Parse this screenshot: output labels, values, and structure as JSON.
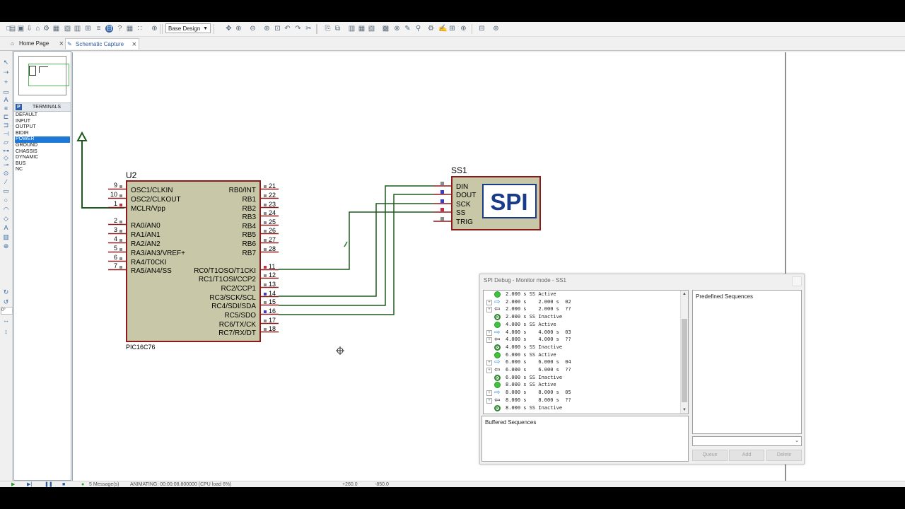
{
  "toolbar": {
    "design_select": "Base Design",
    "icons": [
      "new-icon",
      "open-icon",
      "save-icon",
      "import-icon",
      "home-icon",
      "schematic-icon",
      "pcb-icon",
      "3d-icon",
      "bom-icon",
      "gerber-icon",
      "code-icon",
      "help-icon",
      "grid-icon",
      "dots-icon",
      "origin-icon",
      "pan-icon",
      "zoom-in-icon",
      "zoom-out-icon",
      "zoom-all-icon",
      "zoom-area-icon",
      "undo-icon",
      "redo-icon",
      "cut-icon",
      "copy-icon",
      "paste-icon",
      "block-copy-icon",
      "block-move-icon",
      "block-rotate-icon",
      "block-delete-icon",
      "pick-icon",
      "make-device-icon",
      "packaging-icon",
      "decompose-icon",
      "wire-autorouter-icon",
      "search-icon",
      "property-icon",
      "new-sheet-icon",
      "remove-sheet-icon",
      "netlist-icon"
    ]
  },
  "tabs": [
    {
      "label": "Home Page",
      "active": false
    },
    {
      "label": "Schematic Capture",
      "active": true
    }
  ],
  "left_tools": [
    "select-icon",
    "component-icon",
    "junction-icon",
    "label-icon",
    "text-icon",
    "bus-icon",
    "subcircuit-icon",
    "terminal-icon",
    "pin-icon",
    "graph-icon",
    "tape-icon",
    "generator-icon",
    "probe-icon",
    "instrument-icon",
    "line-icon",
    "box-icon",
    "circle-icon",
    "arc-icon",
    "path-icon",
    "text-tool-icon",
    "symbol-icon",
    "marker-icon",
    "rotate-cw-icon",
    "rotate-ccw-icon",
    "angle-icon",
    "mirror-x-icon",
    "mirror-y-icon"
  ],
  "rotation_value": "0°",
  "terminals": {
    "header": "TERMINALS",
    "p_label": "P",
    "items": [
      "DEFAULT",
      "INPUT",
      "OUTPUT",
      "BIDIR",
      "POWER",
      "GROUND",
      "CHASSIS",
      "DYNAMIC",
      "BUS",
      "NC"
    ],
    "selected": "POWER"
  },
  "schematic": {
    "u2_ref": "U2",
    "u2_part": "PIC16C76",
    "u2_left_pins": [
      {
        "num": "9",
        "name": "OSC1/CLKIN"
      },
      {
        "num": "10",
        "name": "OSC2/CLKOUT"
      },
      {
        "num": "1",
        "name": "MCLR/Vpp"
      },
      {
        "num": "2",
        "name": "RA0/AN0"
      },
      {
        "num": "3",
        "name": "RA1/AN1"
      },
      {
        "num": "4",
        "name": "RA2/AN2"
      },
      {
        "num": "5",
        "name": "RA3/AN3/VREF+"
      },
      {
        "num": "6",
        "name": "RA4/T0CKI"
      },
      {
        "num": "7",
        "name": "RA5/AN4/SS"
      }
    ],
    "u2_right_pins": [
      {
        "num": "21",
        "name": "RB0/INT"
      },
      {
        "num": "22",
        "name": "RB1"
      },
      {
        "num": "23",
        "name": "RB2"
      },
      {
        "num": "24",
        "name": "RB3"
      },
      {
        "num": "25",
        "name": "RB4"
      },
      {
        "num": "26",
        "name": "RB5"
      },
      {
        "num": "27",
        "name": "RB6"
      },
      {
        "num": "28",
        "name": "RB7"
      },
      {
        "num": "11",
        "name": "RC0/T1OSO/T1CKI"
      },
      {
        "num": "12",
        "name": "RC1/T1OSI/CCP2"
      },
      {
        "num": "13",
        "name": "RC2/CCP1"
      },
      {
        "num": "14",
        "name": "RC3/SCK/SCL"
      },
      {
        "num": "15",
        "name": "RC4/SDI/SDA"
      },
      {
        "num": "16",
        "name": "RC5/SDO"
      },
      {
        "num": "17",
        "name": "RC6/TX/CK"
      },
      {
        "num": "18",
        "name": "RC7/RX/DT"
      }
    ],
    "ss1_ref": "SS1",
    "ss1_pins": [
      "DIN",
      "DOUT",
      "SCK",
      "SS",
      "TRIG"
    ],
    "ss1_logo": "SPI"
  },
  "spi_debug": {
    "title": "SPI Debug - Monitor mode - SS1",
    "log": [
      {
        "kind": "active",
        "text": "2.000 s SS Active",
        "expand": false
      },
      {
        "kind": "out",
        "text": "2.000 s    2.000 s  02",
        "expand": true
      },
      {
        "kind": "in",
        "text": "2.000 s    2.000 s  ??",
        "expand": true
      },
      {
        "kind": "inactive",
        "text": "2.000 s SS Inactive",
        "expand": false
      },
      {
        "kind": "active",
        "text": "4.000 s SS Active",
        "expand": false
      },
      {
        "kind": "out",
        "text": "4.000 s    4.000 s  03",
        "expand": true
      },
      {
        "kind": "in",
        "text": "4.000 s    4.000 s  ??",
        "expand": true
      },
      {
        "kind": "inactive",
        "text": "4.000 s SS Inactive",
        "expand": false
      },
      {
        "kind": "active",
        "text": "6.000 s SS Active",
        "expand": false
      },
      {
        "kind": "out",
        "text": "6.000 s    6.000 s  04",
        "expand": true
      },
      {
        "kind": "in",
        "text": "6.000 s    6.000 s  ??",
        "expand": true
      },
      {
        "kind": "inactive",
        "text": "6.000 s SS Inactive",
        "expand": false
      },
      {
        "kind": "active",
        "text": "8.000 s SS Active",
        "expand": false
      },
      {
        "kind": "out",
        "text": "8.000 s    8.000 s  05",
        "expand": true
      },
      {
        "kind": "in",
        "text": "8.000 s    8.000 s  ??",
        "expand": true
      },
      {
        "kind": "inactive",
        "text": "8.000 s SS Inactive",
        "expand": false
      }
    ],
    "predefined_label": "Predefined Sequences",
    "buffered_label": "Buffered Sequences",
    "queue_label": "Queue",
    "add_label": "Add",
    "delete_label": "Delete"
  },
  "status": {
    "messages": "5 Message(s)",
    "animating": "ANIMATING: 00:00:08.800000 (CPU load 6%)",
    "x_coord": "+260.0",
    "y_coord": "-850.0"
  },
  "colors": {
    "wire": "#1e5a1e",
    "pin_line": "#8b1a1a",
    "chip_fill": "#c8c8a8",
    "chip_border": "#8b1a1a",
    "selected_item": "#1e78d6",
    "spi_logo": "#1a3a8a"
  }
}
